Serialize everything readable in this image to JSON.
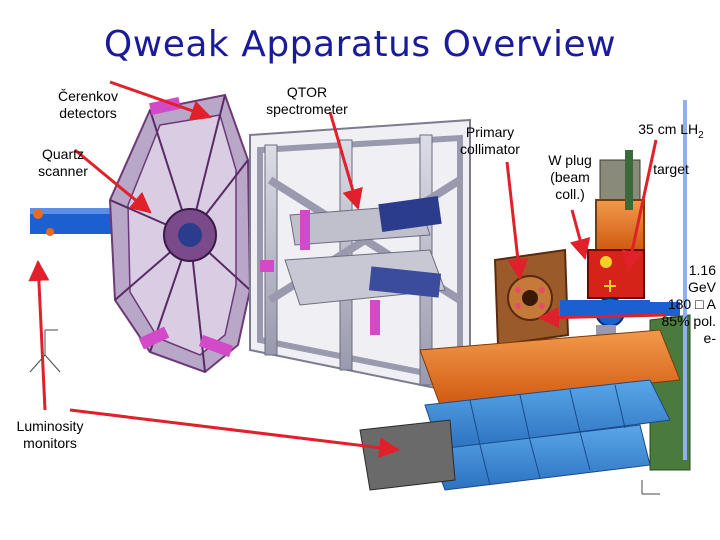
{
  "title": "Qweak Apparatus Overview",
  "labels": {
    "cerenkov": "Čerenkov\ndetectors",
    "qtor": "QTOR\nspectrometer",
    "quartz": "Quartz\nscanner",
    "collimator": "Primary\ncollimator",
    "wplug": "W plug\n(beam\ncoll.)",
    "target_main": "35 cm LH",
    "target_sub": "2",
    "target_word": "target",
    "beam": "1.16\nGeV\n180 □ A\n85% pol.\ne-",
    "lumi": "Luminosity\nmonitors"
  },
  "colors": {
    "title": "#1a1a9c",
    "arrows": "#e0202a",
    "frame": "#8a8aa0",
    "magnet_blue": "#2b3c8c",
    "shield_blue": "#3a8ad6",
    "beamline_blue": "#1c5fd0",
    "orange": "#e86a1a",
    "red_housing": "#d6231a",
    "green_base": "#4b7b3c",
    "purple": "#9b4fa3"
  }
}
